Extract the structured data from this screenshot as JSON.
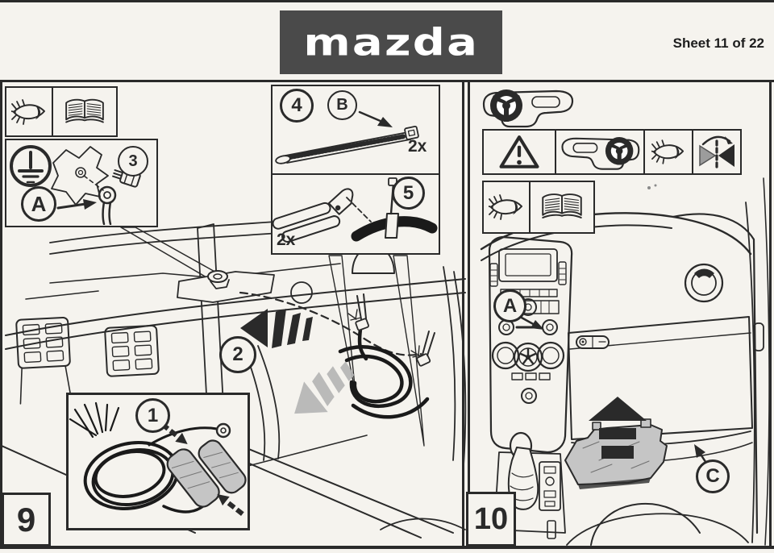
{
  "header": {
    "logo_text": "mazda",
    "sheet_label": "Sheet 11 of 22"
  },
  "steps": {
    "step9": {
      "number": "9"
    },
    "step10": {
      "number": "10"
    }
  },
  "callouts": {
    "harness_kit": "1",
    "routing": "2",
    "ground_point": "3",
    "cable_tie": "4",
    "cut_tie": "5",
    "ref_a": "A",
    "ref_b": "B",
    "ref_c": "C"
  },
  "quantities": {
    "cable_ties": "2x",
    "cut_points": "2x"
  },
  "colors": {
    "paper": "#f5f3ee",
    "ink": "#2a2a2a",
    "logo_bg": "#4a4a4a",
    "logo_text": "#ffffff",
    "part_gray": "#c5c5c5",
    "arrow_gray": "#b4b4b4",
    "harness_black": "#1a1a1a"
  },
  "icons": {
    "legend": [
      "eye-icon",
      "manual-book-icon",
      "ground-symbol-icon",
      "warning-triangle-icon",
      "lhd-dashboard-icon",
      "rhd-dashboard-icon",
      "mirror-image-icon",
      "pliers-icon",
      "cable-tie-icon"
    ]
  }
}
